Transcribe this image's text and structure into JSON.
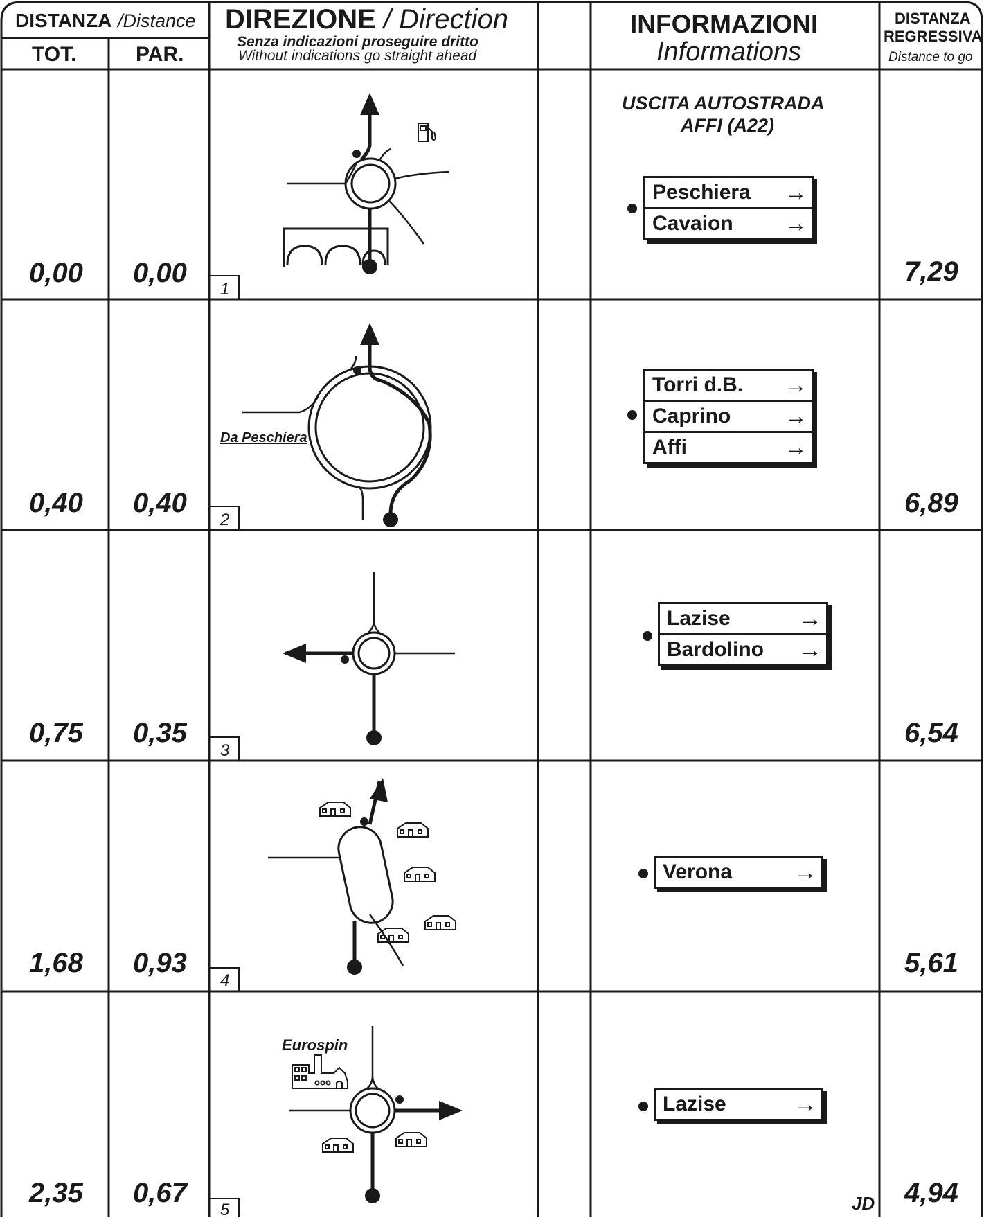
{
  "header": {
    "distanza": "DISTANZA",
    "distance": "/Distance",
    "tot": "TOT.",
    "par": "PAR.",
    "direzione": "DIREZIONE",
    "direction": " / Direction",
    "senza": "Senza indicazioni proseguire dritto",
    "without": "Without indications go straight ahead",
    "informazioni": "INFORMAZIONI",
    "informations": "Informations",
    "distanza2": "DISTANZA",
    "regressiva": "REGRESSIVA",
    "distance_to_go": "Distance to go"
  },
  "rows": [
    {
      "step": "1",
      "tot": "0,00",
      "par": "0,00",
      "regr": "7,29",
      "info": [
        "USCITA AUTOSTRADA",
        "AFFI (A22)"
      ],
      "signs": [
        "Peschiera",
        "Cavaion"
      ],
      "arrow": "→",
      "icons": [
        "fuel-pump-icon",
        "bridge-arches-icon"
      ]
    },
    {
      "step": "2",
      "tot": "0,40",
      "par": "0,40",
      "regr": "6,89",
      "label": "Da Peschiera",
      "signs": [
        "Torri d.B.",
        "Caprino",
        "Affi"
      ],
      "arrow": "→"
    },
    {
      "step": "3",
      "tot": "0,75",
      "par": "0,35",
      "regr": "6,54",
      "signs": [
        "Lazise",
        "Bardolino"
      ],
      "arrow": "→"
    },
    {
      "step": "4",
      "tot": "1,68",
      "par": "0,93",
      "regr": "5,61",
      "signs": [
        "Verona"
      ],
      "arrow": "→",
      "icons": [
        "house-icon"
      ]
    },
    {
      "step": "5",
      "tot": "2,35",
      "par": "0,67",
      "regr": "4,94",
      "label": "Eurospin",
      "signs": [
        "Lazise"
      ],
      "arrow": "→",
      "icons": [
        "factory-icon",
        "house-icon"
      ]
    }
  ],
  "footer": {
    "initials": "JD"
  },
  "colors": {
    "ink": "#1a1a1a",
    "paper": "#ffffff"
  }
}
